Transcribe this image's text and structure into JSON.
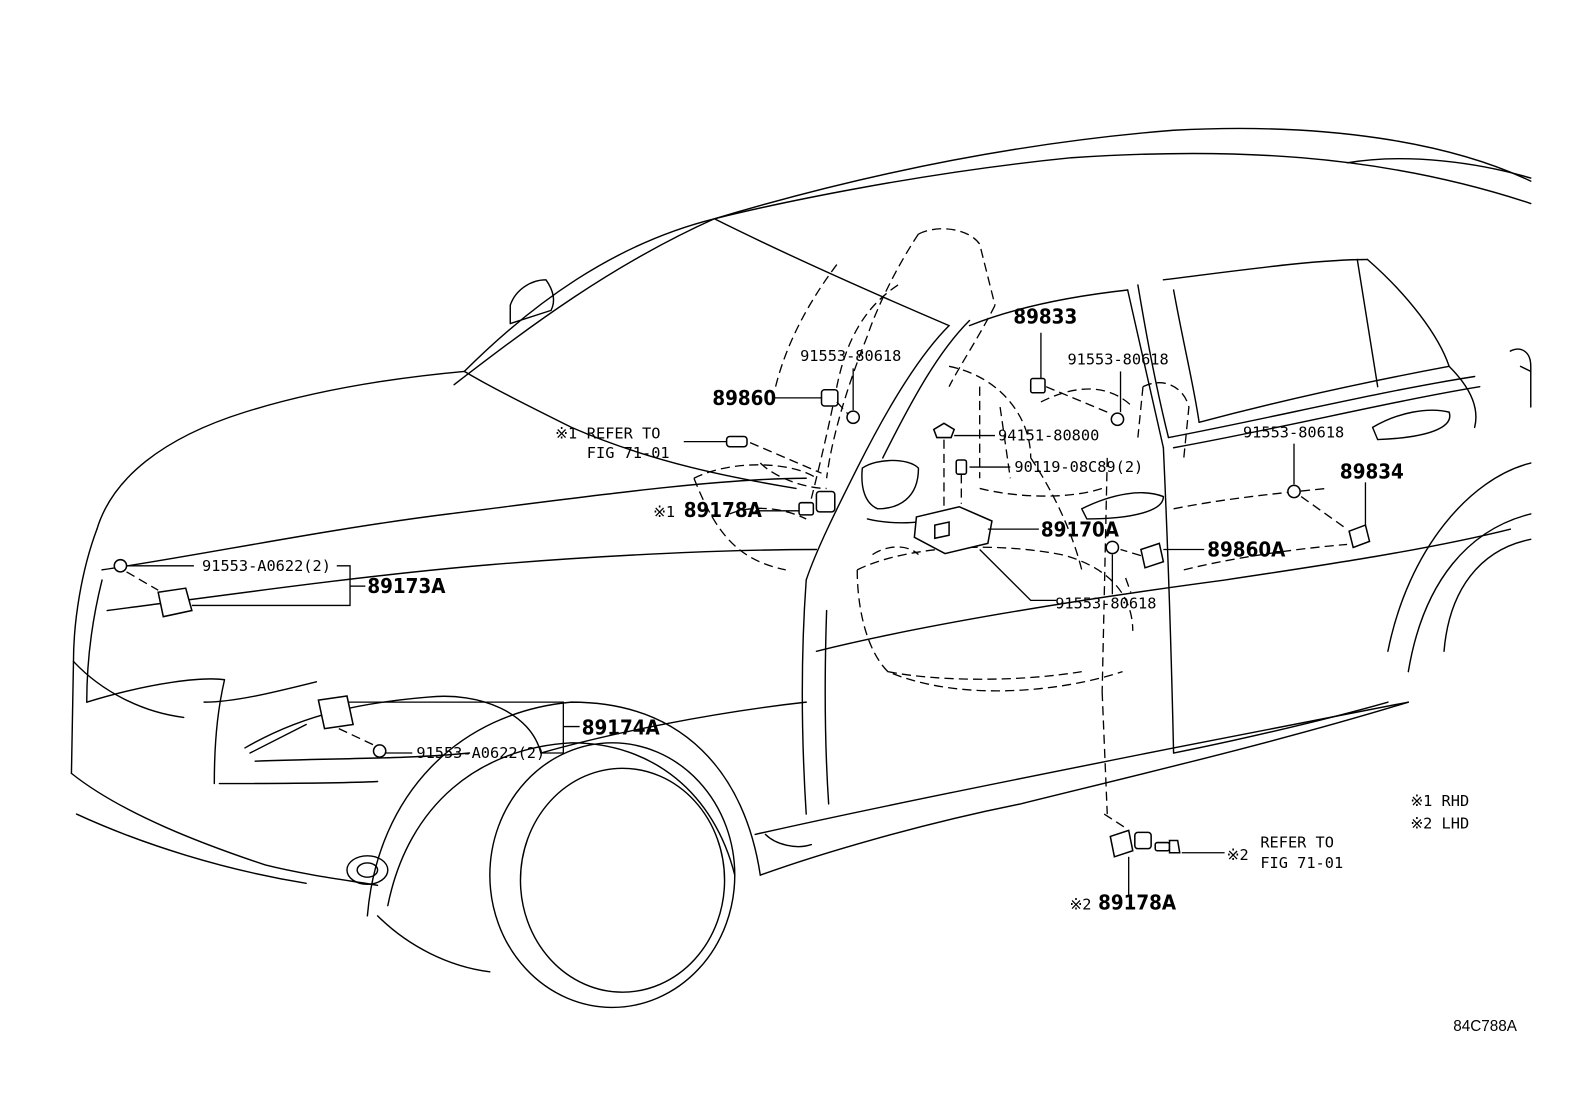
{
  "callouts": {
    "c89833": "89833",
    "c91553_80618_a": "91553-80618",
    "c91553_80618_b": "91553-80618",
    "c91553_80618_c": "91553-80618",
    "c91553_80618_d": "91553-80618",
    "c89860": "89860",
    "c89860A": "89860A",
    "c89834": "89834",
    "c94151_80800": "94151-80800",
    "c90119_08C89": "90119-08C89(2)",
    "c89170A": "89170A",
    "c89178A_rhd": "89178A",
    "c89178A_lhd": "89178A",
    "c91553_A0622_a": "91553-A0622(2)",
    "c91553_A0622_b": "91553-A0622(2)",
    "c89173A": "89173A",
    "c89174A": "89174A"
  },
  "refs": {
    "rhd_mark": "※1",
    "lhd_mark": "※2",
    "refer_to": "REFER TO",
    "fig": "FIG 71-01"
  },
  "legend": {
    "line1": "※1  RHD",
    "line2": "※2  LHD"
  },
  "diagram_code": "84C788A"
}
